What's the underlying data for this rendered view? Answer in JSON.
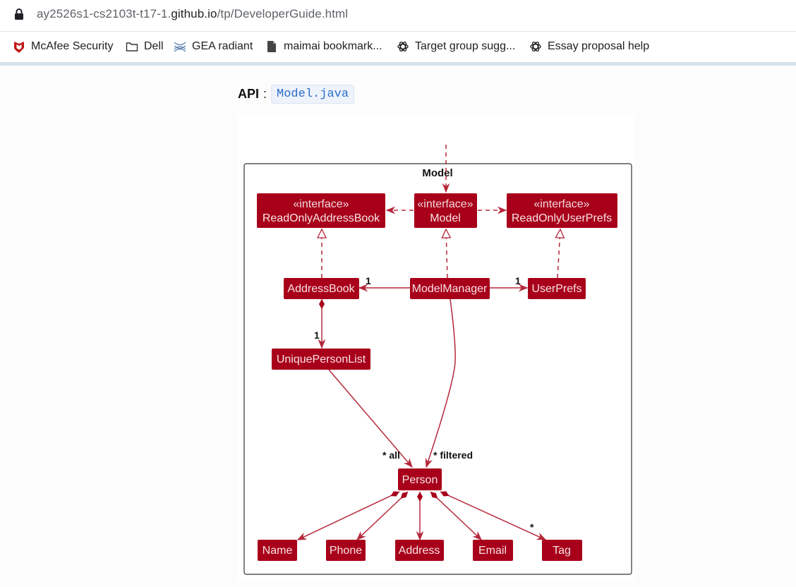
{
  "browser": {
    "url_prefix": "ay2526s1-cs2103t-t17-1.",
    "url_host": "github.io",
    "url_path": "/tp/DeveloperGuide.html"
  },
  "bookmarks": [
    {
      "label": "McAfee Security",
      "icon": "mcafee-icon"
    },
    {
      "label": "Dell",
      "icon": "folder-icon"
    },
    {
      "label": "GEA radiant",
      "icon": "gea-icon"
    },
    {
      "label": "maimai bookmark...",
      "icon": "file-icon"
    },
    {
      "label": "Target group sugg...",
      "icon": "chatgpt-icon"
    },
    {
      "label": "Essay proposal help",
      "icon": "chatgpt-icon"
    }
  ],
  "api": {
    "label": "API",
    "separator": ":",
    "link": "Model.java"
  },
  "diagram": {
    "package": "Model",
    "stereotype": "«interface»",
    "nodes": {
      "readonly_addressbook": "ReadOnlyAddressBook",
      "model": "Model",
      "readonly_userprefs": "ReadOnlyUserPrefs",
      "addressbook": "AddressBook",
      "modelmanager": "ModelManager",
      "userprefs": "UserPrefs",
      "uniquepersonlist": "UniquePersonList",
      "person": "Person",
      "name": "Name",
      "phone": "Phone",
      "address": "Address",
      "email": "Email",
      "tag": "Tag"
    },
    "labels": {
      "mm_ab": "1",
      "mm_up": "1",
      "ab_upl": "1",
      "all": "* all",
      "filtered": "* filtered",
      "tag_mult": "*"
    },
    "colors": {
      "box": "#a8001a",
      "line": "#b5283b",
      "text": "#ffffff"
    }
  }
}
